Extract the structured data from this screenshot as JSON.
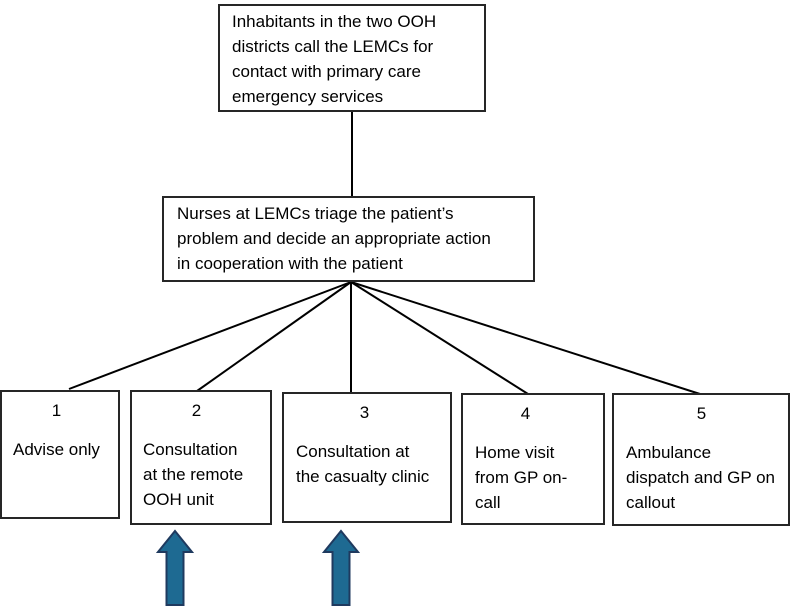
{
  "flowchart": {
    "entry_box": {
      "text": "Inhabitants in the two OOH districts call the LEMCs for contact with primary care emergency services"
    },
    "triage_box": {
      "text": "Nurses at LEMCs triage the patient’s problem and decide an appropriate action in cooperation with the patient"
    },
    "outcomes": [
      {
        "number": "1",
        "label": "Advise only"
      },
      {
        "number": "2",
        "label": "Consultation at the remote OOH unit"
      },
      {
        "number": "3",
        "label": "Consultation at the casualty clinic"
      },
      {
        "number": "4",
        "label": "Home visit from GP on-call"
      },
      {
        "number": "5",
        "label": "Ambulance dispatch and GP on callout"
      }
    ],
    "highlight_arrows": [
      {
        "icon": "up-arrow-icon",
        "points_to_outcome": "2"
      },
      {
        "icon": "up-arrow-icon",
        "points_to_outcome": "3"
      }
    ],
    "colors": {
      "arrow_fill": "#1e6a92",
      "arrow_outline": "#1f3a5f",
      "connector_line": "#000000",
      "box_border": "#262626",
      "background": "#ffffff"
    }
  }
}
